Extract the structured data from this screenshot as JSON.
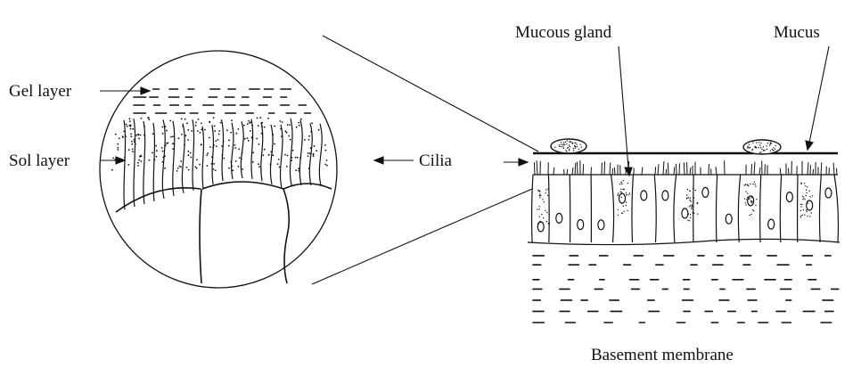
{
  "labels": {
    "gel_layer": "Gel layer",
    "sol_layer": "Sol layer",
    "cilia": "Cilia",
    "mucous_gland": "Mucous gland",
    "mucus": "Mucus",
    "basement_membrane": "Basement membrane"
  },
  "colors": {
    "ink": "#111111",
    "background": "#ffffff"
  }
}
